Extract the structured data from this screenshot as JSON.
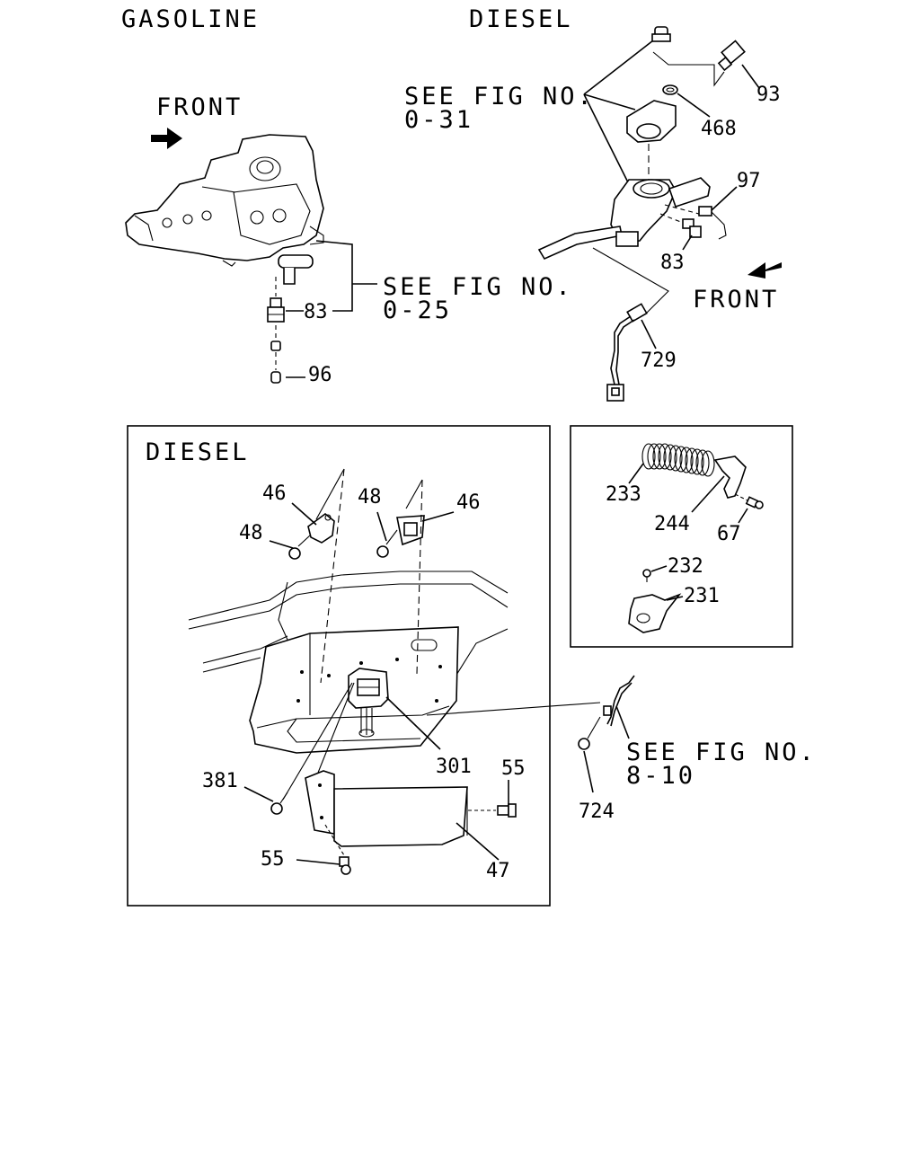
{
  "headers": {
    "gasoline": "GASOLINE",
    "diesel_top": "DIESEL",
    "diesel_box": "DIESEL"
  },
  "directions": {
    "front_left": "FRONT",
    "front_right": "FRONT"
  },
  "references": {
    "fig_0_31": {
      "line1": "SEE FIG NO.",
      "line2": "0-31"
    },
    "fig_0_25": {
      "line1": "SEE FIG NO.",
      "line2": "0-25"
    },
    "fig_8_10": {
      "line1": "SEE FIG NO.",
      "line2": "8-10"
    }
  },
  "callouts": {
    "gasoline_83": "83",
    "gasoline_96": "96",
    "diesel_93": "93",
    "diesel_468": "468",
    "diesel_97": "97",
    "diesel_83": "83",
    "diesel_729": "729",
    "box_46_left": "46",
    "box_48_left": "48",
    "box_48_right": "48",
    "box_46_right": "46",
    "box_381": "381",
    "box_301": "301",
    "box_55_right": "55",
    "box_55_bottom": "55",
    "box_47": "47",
    "outside_724": "724",
    "right_233": "233",
    "right_244": "244",
    "right_67": "67",
    "right_232": "232",
    "right_231": "231"
  }
}
